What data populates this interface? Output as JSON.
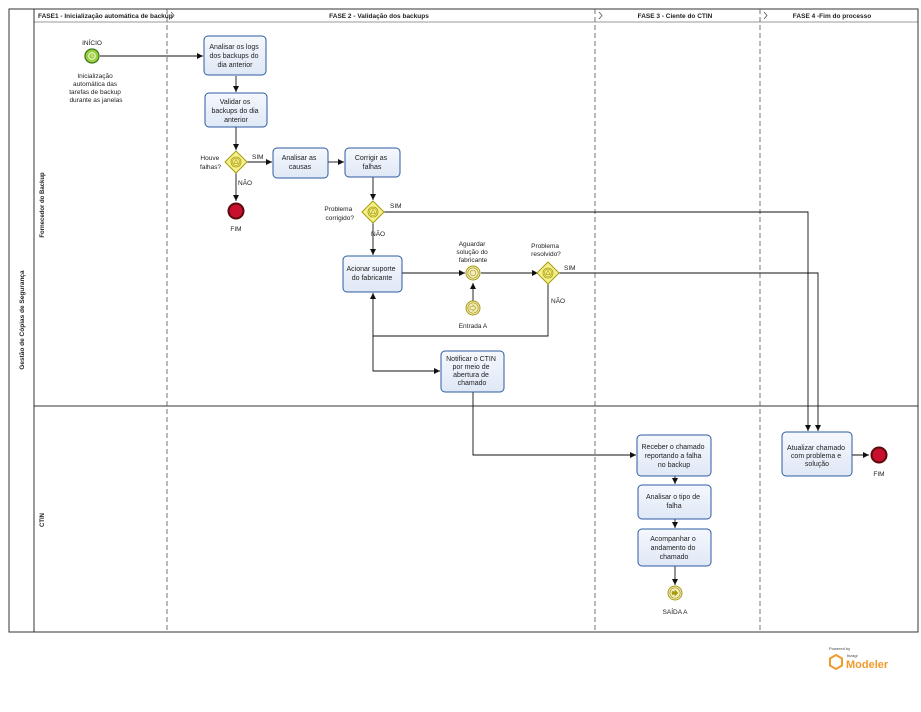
{
  "pool": {
    "title": "Gestão de Cópias de Segurança"
  },
  "lanes": {
    "top": "Fornecedor do Backup",
    "bottom": "CTIN"
  },
  "phases": [
    "FASE1 - Inicialização automática de backup",
    "FASE 2 - Validação dos backups",
    "FASE 3 - Ciente do CTIN",
    "FASE 4 -Fim do processo"
  ],
  "events": {
    "start_label": "INÍCIO",
    "start_note": [
      "Inicialização",
      "automática das",
      "tarefas de backup",
      "durante as janelas"
    ],
    "end1_label": "FIM",
    "end2_label": "FIM",
    "wait_label": [
      "Aguardar",
      "solução do",
      "fabricante"
    ],
    "entrada_label": "Entrada A",
    "saida_label": "SAÍDA A"
  },
  "tasks": {
    "t1": [
      "Analisar os logs",
      "dos backups do",
      "dia anterior"
    ],
    "t2": [
      "Validar os",
      "backups do dia",
      "anterior"
    ],
    "t3": [
      "Analisar as",
      "causas"
    ],
    "t4": [
      "Corrigir as",
      "falhas"
    ],
    "t5": [
      "Acionar suporte",
      "do fabricante"
    ],
    "t6": [
      "Notificar o CTIN",
      "por meio de",
      "abertura de",
      "chamado"
    ],
    "t7": [
      "Receber o chamado",
      "reportando a falha",
      "no backup"
    ],
    "t8": [
      "Analisar o tipo de",
      "falha"
    ],
    "t9": [
      "Acompanhar o",
      "andamento do",
      "chamado"
    ],
    "t10": [
      "Atualizar chamado",
      "com problema e",
      "solução"
    ]
  },
  "gateways": {
    "g1": [
      "Houve",
      "falhas?"
    ],
    "g2": [
      "Problema",
      "corrigido?"
    ],
    "g3": [
      "Problema",
      "resolvido?"
    ]
  },
  "flow_labels": {
    "sim": "SIM",
    "nao": "NÃO"
  },
  "logo": {
    "powered": "Powered by",
    "brand": "bizagi",
    "product": "Modeler"
  },
  "colors": {
    "task_fill": "#eef3fb",
    "task_stroke": "#2c5aa0",
    "gateway_fill": "#f5f088",
    "gateway_stroke": "#a89b12",
    "start_fill": "#9ccf3d",
    "start_stroke": "#3d7a1d",
    "end_fill": "#c8102e",
    "end_stroke": "#5a0a0a",
    "intermediate_fill": "#f3ecc0",
    "intermediate_stroke": "#a89b12",
    "logo_accent": "#f19a2c"
  }
}
